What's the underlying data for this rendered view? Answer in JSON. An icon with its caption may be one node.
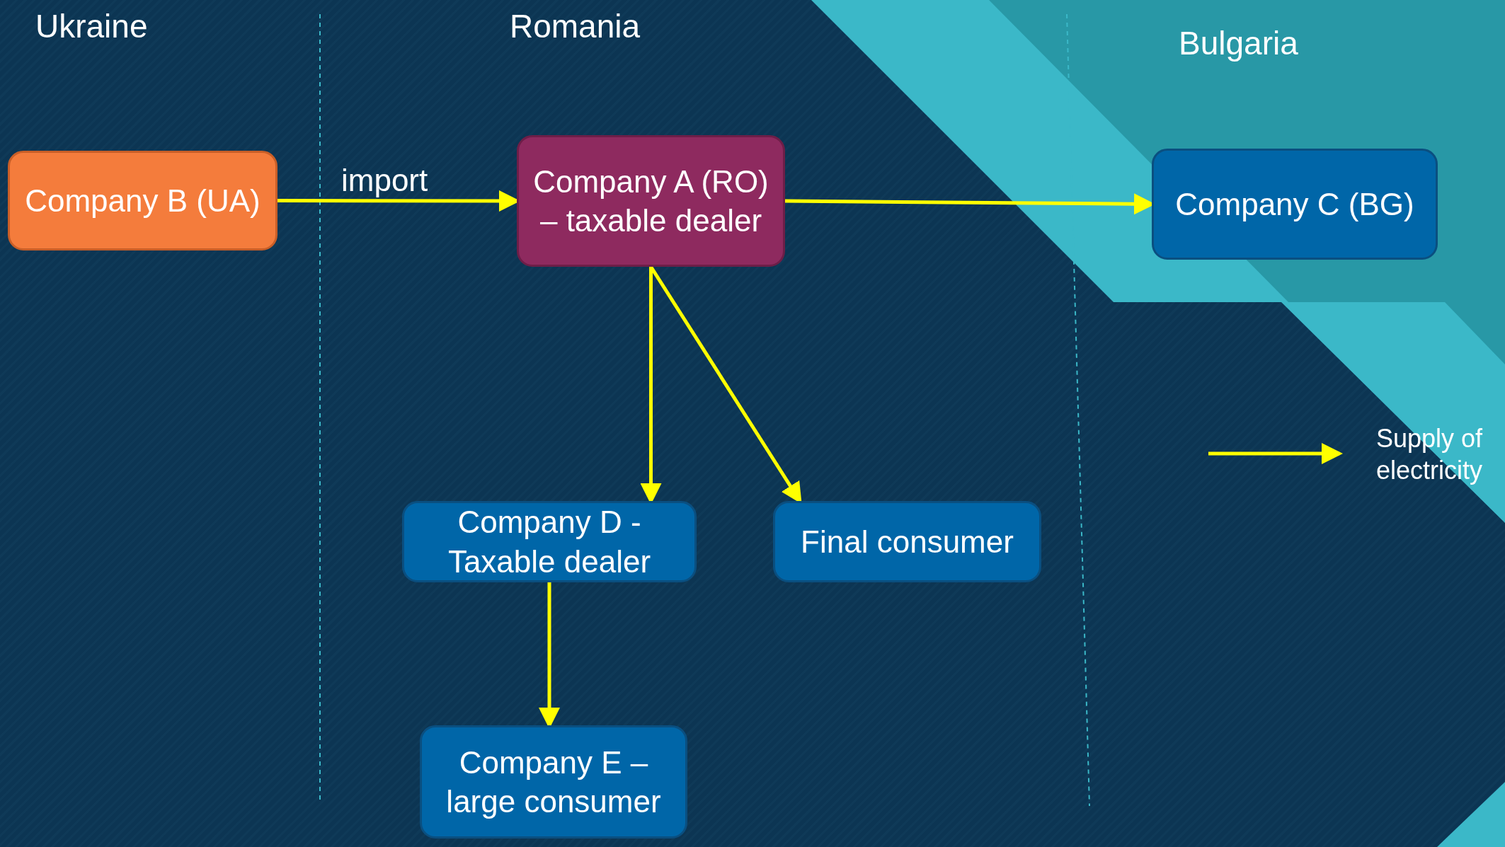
{
  "diagram": {
    "nodes": [
      {
        "text": [
          "Company B (UA)"
        ]
      },
      {
        "text": [
          "Company A (RO) – taxable dealer"
        ]
      },
      {
        "text": [
          "Company C (BG)"
        ]
      },
      {
        "text": [
          "Company D - Taxable dealer"
        ]
      },
      {
        "text": [
          "Final consumer"
        ]
      },
      {
        "text": [
          "Company E – large consumer"
        ]
      }
    ],
    "edges": [
      {
        "from": 0,
        "to": 1,
        "arrow": "to",
        "label": "import"
      },
      {
        "from": 1,
        "to": 2,
        "arrow": "to"
      },
      {
        "from": 1,
        "to": 3,
        "arrow": "to"
      },
      {
        "from": 1,
        "to": 4,
        "arrow": "to"
      },
      {
        "from": 3,
        "to": 5,
        "arrow": "to"
      }
    ],
    "labels": [
      "Ukraine",
      "Romania",
      "Bulgaria"
    ],
    "legend": [
      {
        "text": "Supply of electricity"
      }
    ]
  }
}
